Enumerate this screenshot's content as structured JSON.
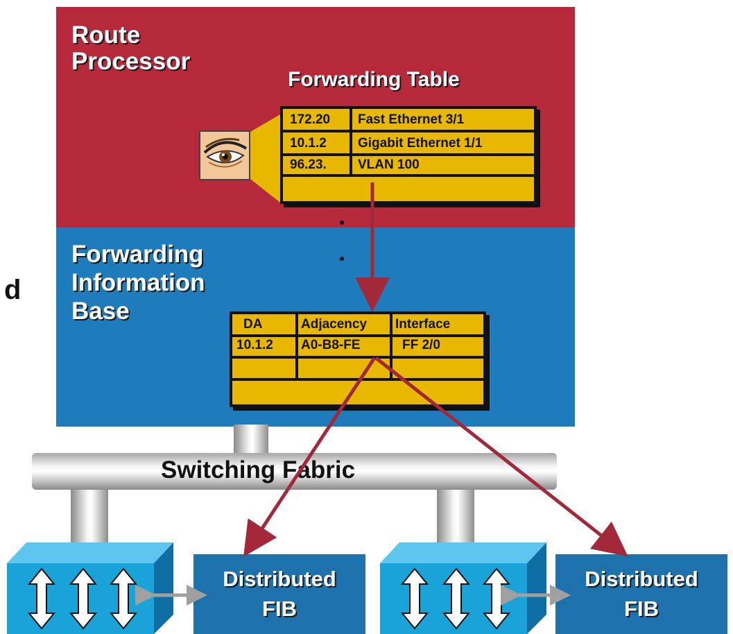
{
  "route_processor": {
    "title_line1": "Route",
    "title_line2": "Processor"
  },
  "forwarding_table": {
    "title": "Forwarding Table",
    "rows": [
      {
        "prefix": "172.20",
        "interface": "Fast Ethernet 3/1"
      },
      {
        "prefix": "10.1.2",
        "interface": "Gigabit Ethernet 1/1"
      },
      {
        "prefix": "96.23.",
        "interface": "VLAN 100"
      },
      {
        "prefix": "",
        "interface": ""
      }
    ]
  },
  "fib": {
    "title_line1": "Forwarding",
    "title_line2": "Information",
    "title_line3": "Base",
    "headers": [
      "DA",
      "Adjacency",
      "Interface"
    ],
    "rows": [
      [
        "10.1.2",
        "A0-B8-FE",
        "FF 2/0"
      ],
      [
        "",
        "",
        ""
      ],
      [
        "",
        "",
        ""
      ]
    ]
  },
  "stray_text": "d",
  "switching_fabric": {
    "label": "Switching Fabric"
  },
  "distributed_fibs": [
    {
      "line1": "Distributed",
      "line2": "FIB"
    },
    {
      "line1": "Distributed",
      "line2": "FIB"
    }
  ],
  "colors": {
    "route_processor": "#b6293b",
    "fib_panel": "#1e7cbc",
    "table": "#e8b800",
    "arrow": "#a3283a",
    "line_card": "#1aa3d9"
  },
  "icons": [
    "eye-icon",
    "up-down-arrow-icon",
    "left-right-arrow-icon"
  ]
}
